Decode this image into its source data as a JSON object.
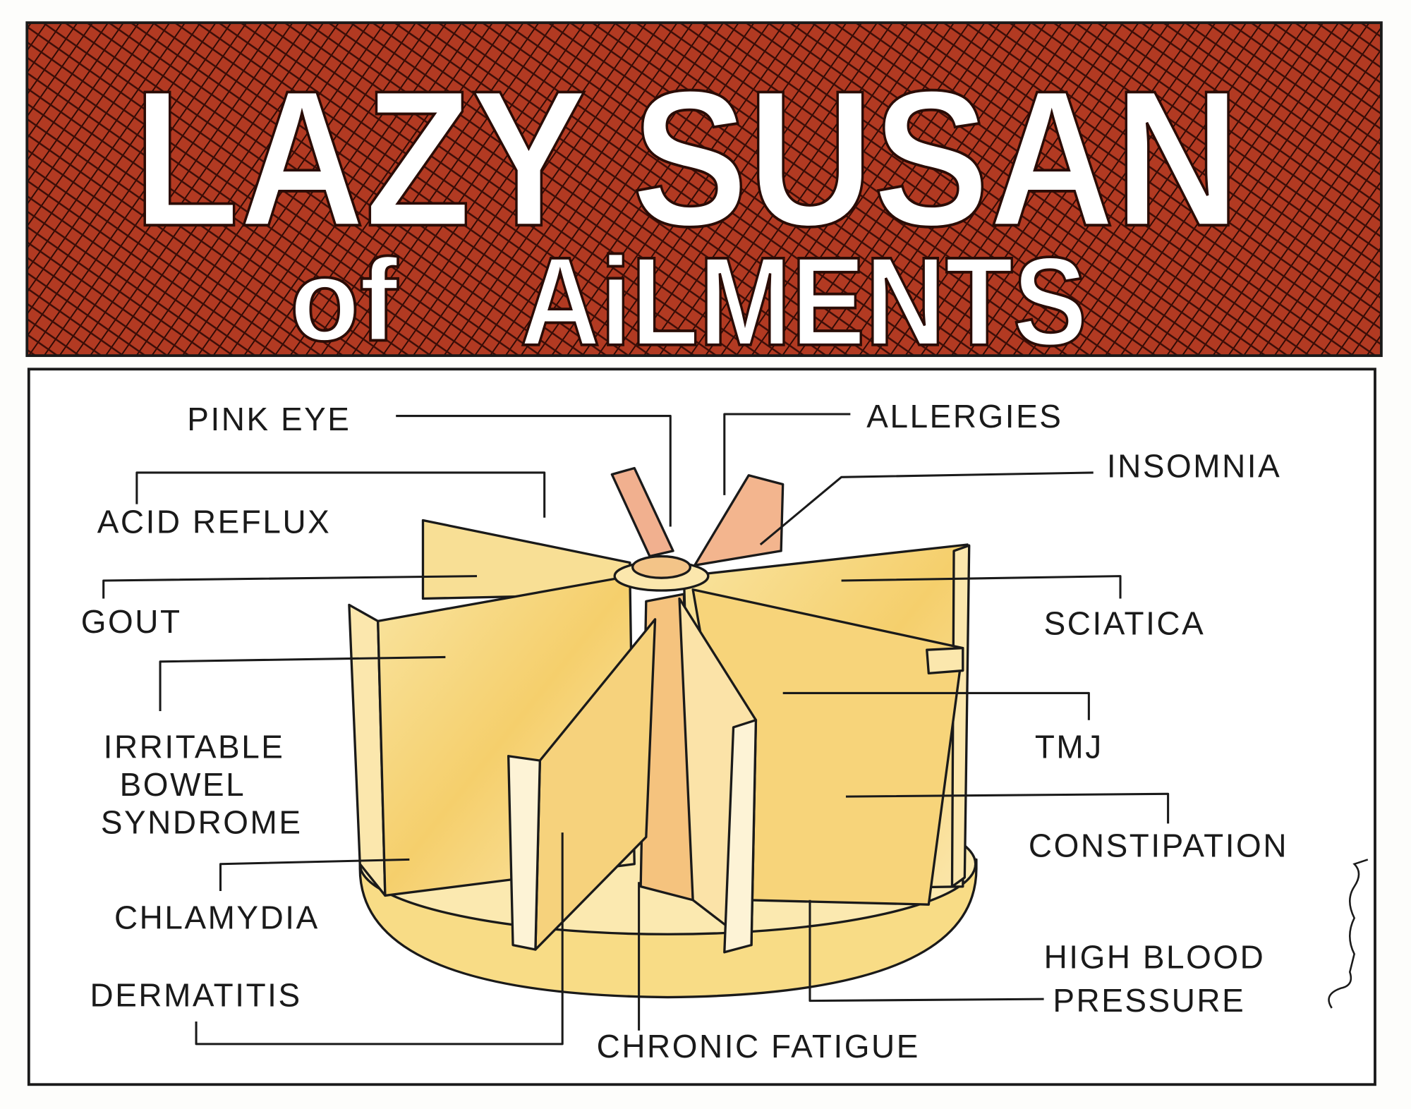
{
  "title": {
    "line1": "LAZY SUSAN",
    "line2_small": "of",
    "line2": "AiLMENTS"
  },
  "colors": {
    "banner": "#8e2a1c",
    "hatch": "#2b0a05",
    "accent": "#e2572c",
    "wood": "#f7d77a",
    "wood_light": "#fbe9b0",
    "post": "#f1b08f"
  },
  "labels": {
    "pink_eye": "PINK EYE",
    "allergies": "ALLERGIES",
    "insomnia": "INSOMNIA",
    "acid_reflux": "ACID REFLUX",
    "gout": "GOUT",
    "sciatica": "SCIATICA",
    "ibs_1": "IRRITABLE",
    "ibs_2": "BOWEL",
    "ibs_3": "SYNDROME",
    "tmj": "TMJ",
    "constipation": "CONSTIPATION",
    "chlamydia": "CHLAMYDIA",
    "hbp_1": "HIGH BLOOD",
    "hbp_2": "PRESSURE",
    "dermatitis": "DERMATITIS",
    "chronic_fatigue": "CHRONIC FATIGUE"
  }
}
